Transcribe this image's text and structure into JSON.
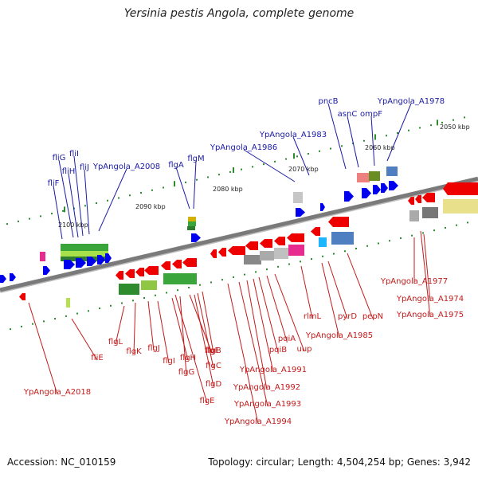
{
  "title": "Yersinia pestis Angola, complete genome",
  "footer": {
    "accession": "Accession: NC_010159",
    "topology": "Topology: circular; Length: 4,504,254 bp; Genes: 3,942"
  },
  "scale_ticks": [
    "2050 kbp",
    "2060 kbp",
    "2070 kbp",
    "2080 kbp",
    "2090 kbp",
    "2100 kbp"
  ],
  "top_genes": [
    "fliF",
    "fliG",
    "fliH",
    "fliI",
    "fliJ",
    "YpAngola_A2008",
    "flgA",
    "flgM",
    "YpAngola_A1986",
    "YpAngola_A1983",
    "pncB",
    "asnC",
    "ompF",
    "YpAngola_A1978"
  ],
  "bottom_genes": [
    "YpAngola_A2018",
    "fliE",
    "flgL",
    "flgK",
    "flgJ",
    "flgI",
    "flgH",
    "flgG",
    "flgF",
    "flgE",
    "flgD",
    "flgC",
    "flgB",
    "YpAngola_A1994",
    "YpAngola_A1993",
    "YpAngola_A1992",
    "YpAngola_A1991",
    "pqiB",
    "pqiA",
    "uup",
    "rlmL",
    "YpAngola_A1985",
    "pyrD",
    "pepN",
    "YpAngola_A1977",
    "YpAngola_A1974",
    "YpAngola_A1975"
  ],
  "colors": {
    "backbone": "#7a7a7a",
    "forward_gene": "#0000ee",
    "reverse_gene": "#ee0000",
    "top_label": "#1a1aa6",
    "bottom_label": "#c41a1a",
    "tick": "#2e8b2e"
  }
}
